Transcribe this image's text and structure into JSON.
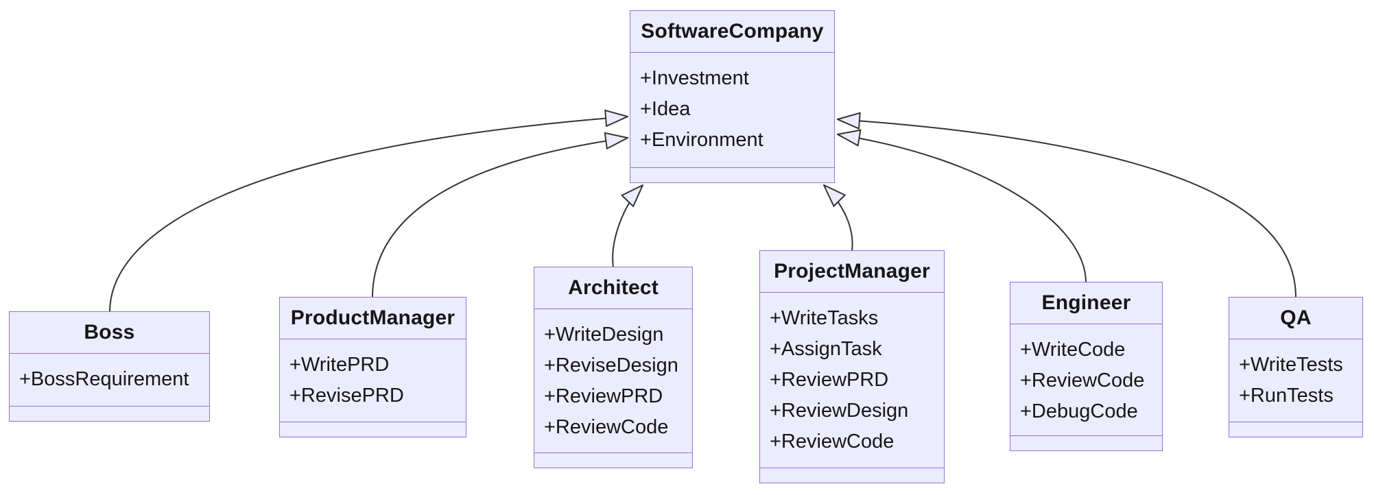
{
  "diagram": {
    "type": "uml-class-diagram",
    "relationship_type": "inheritance",
    "colors": {
      "node_fill": "#ECECFF",
      "node_border": "#9370DB",
      "edge_color": "#333333",
      "arrowhead_fill": "#ECECFF",
      "text_color": "#161616",
      "background": "#ffffff"
    }
  },
  "classes": [
    {
      "name": "SoftwareCompany",
      "attributes": [
        "+Investment",
        "+Idea",
        "+Environment"
      ],
      "methods": []
    },
    {
      "name": "Boss",
      "attributes": [
        "+BossRequirement"
      ],
      "methods": []
    },
    {
      "name": "ProductManager",
      "attributes": [
        "+WritePRD",
        "+RevisePRD"
      ],
      "methods": []
    },
    {
      "name": "Architect",
      "attributes": [
        "+WriteDesign",
        "+ReviseDesign",
        "+ReviewPRD",
        "+ReviewCode"
      ],
      "methods": []
    },
    {
      "name": "ProjectManager",
      "attributes": [
        "+WriteTasks",
        "+AssignTask",
        "+ReviewPRD",
        "+ReviewDesign",
        "+ReviewCode"
      ],
      "methods": []
    },
    {
      "name": "Engineer",
      "attributes": [
        "+WriteCode",
        "+ReviewCode",
        "+DebugCode"
      ],
      "methods": []
    },
    {
      "name": "QA",
      "attributes": [
        "+WriteTests",
        "+RunTests"
      ],
      "methods": []
    }
  ],
  "edges": [
    {
      "from": "Boss",
      "to": "SoftwareCompany",
      "type": "inheritance"
    },
    {
      "from": "ProductManager",
      "to": "SoftwareCompany",
      "type": "inheritance"
    },
    {
      "from": "Architect",
      "to": "SoftwareCompany",
      "type": "inheritance"
    },
    {
      "from": "ProjectManager",
      "to": "SoftwareCompany",
      "type": "inheritance"
    },
    {
      "from": "Engineer",
      "to": "SoftwareCompany",
      "type": "inheritance"
    },
    {
      "from": "QA",
      "to": "SoftwareCompany",
      "type": "inheritance"
    }
  ]
}
